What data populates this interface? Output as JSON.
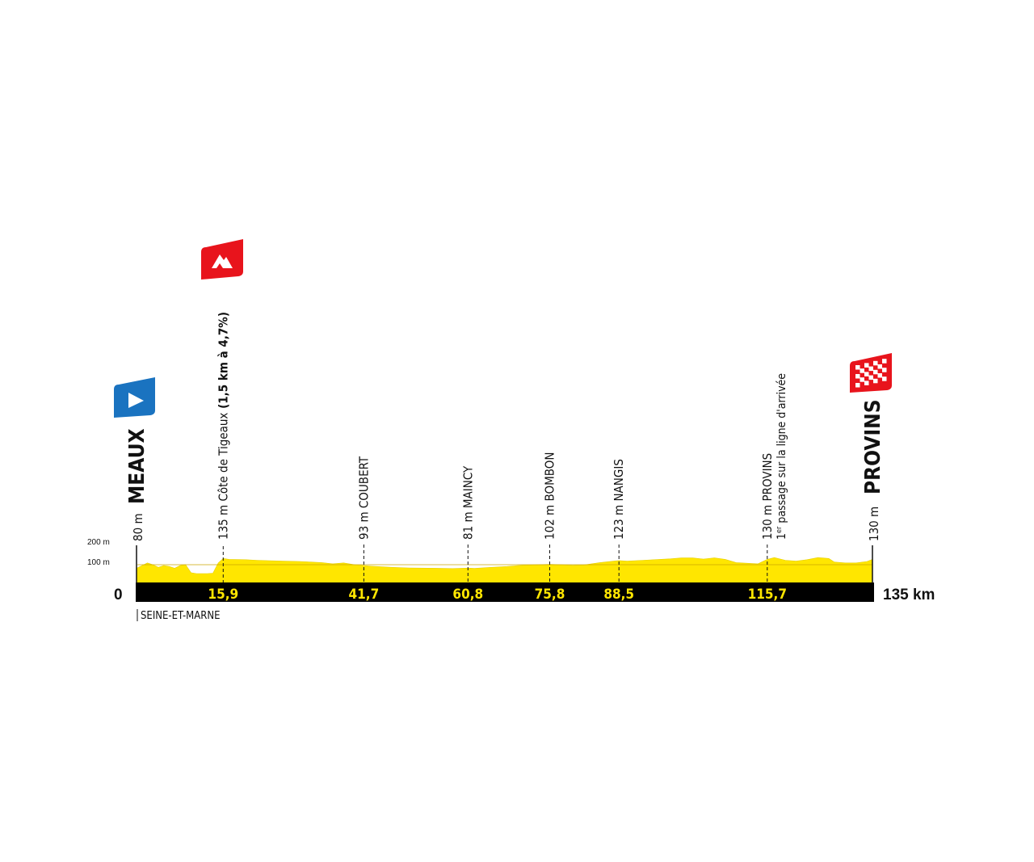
{
  "chart_data": {
    "type": "area",
    "x_start_label": "0",
    "x_end_label": "135 km",
    "x_range": [
      0,
      135
    ],
    "y_range": [
      0,
      200
    ],
    "y_ticks": [
      {
        "value": 100,
        "label": "100 m"
      },
      {
        "value": 200,
        "label": "200 m"
      }
    ],
    "department": "SEINE-ET-MARNE",
    "colors": {
      "profile_fill": "#ffe600",
      "axis_bar": "#000000",
      "km_text": "#ffe600",
      "start_flag": "#1a73c0",
      "climb_flag": "#e8141c",
      "finish_flag": "#e8141c"
    },
    "start": {
      "km": 0,
      "altitude_label": "80 m",
      "name": "MEAUX",
      "icon": "start-flag-icon"
    },
    "finish": {
      "km": 135,
      "altitude_label": "130 m",
      "name": "PROVINS",
      "icon": "finish-flag-icon"
    },
    "waypoints": [
      {
        "km": 15.9,
        "km_label": "15,9",
        "label": "135 m Côte de Tigeaux",
        "label_bold": "(1,5 km à 4,7%)",
        "icon": "mountain-climb-icon"
      },
      {
        "km": 41.7,
        "km_label": "41,7",
        "label": "93 m COUBERT"
      },
      {
        "km": 60.8,
        "km_label": "60,8",
        "label": "81 m MAINCY"
      },
      {
        "km": 75.8,
        "km_label": "75,8",
        "label": "102 m BOMBON"
      },
      {
        "km": 88.5,
        "km_label": "88,5",
        "label": "123 m NANGIS"
      },
      {
        "km": 115.7,
        "km_label": "115,7",
        "label": "130 m PROVINS",
        "label2_sup": "er",
        "label2_prefix": "1",
        "label2_rest": " passage sur la ligne d'arrivée"
      }
    ],
    "profile": [
      [
        0,
        80
      ],
      [
        1,
        95
      ],
      [
        2,
        110
      ],
      [
        3,
        100
      ],
      [
        4,
        85
      ],
      [
        5,
        95
      ],
      [
        6,
        90
      ],
      [
        7,
        80
      ],
      [
        8,
        95
      ],
      [
        9,
        100
      ],
      [
        10,
        55
      ],
      [
        11,
        50
      ],
      [
        12,
        50
      ],
      [
        13,
        50
      ],
      [
        14,
        52
      ],
      [
        15,
        110
      ],
      [
        15.9,
        135
      ],
      [
        17,
        130
      ],
      [
        20,
        128
      ],
      [
        22,
        125
      ],
      [
        25,
        122
      ],
      [
        27,
        120
      ],
      [
        30,
        118
      ],
      [
        32,
        115
      ],
      [
        34,
        112
      ],
      [
        36,
        105
      ],
      [
        38,
        110
      ],
      [
        40,
        100
      ],
      [
        41.7,
        95
      ],
      [
        43,
        92
      ],
      [
        45,
        88
      ],
      [
        47,
        85
      ],
      [
        50,
        82
      ],
      [
        55,
        80
      ],
      [
        58,
        78
      ],
      [
        60.8,
        81
      ],
      [
        62,
        79
      ],
      [
        65,
        85
      ],
      [
        68,
        90
      ],
      [
        70,
        95
      ],
      [
        72,
        98
      ],
      [
        75.8,
        102
      ],
      [
        78,
        100
      ],
      [
        80,
        96
      ],
      [
        82,
        98
      ],
      [
        85,
        112
      ],
      [
        88.5,
        123
      ],
      [
        90,
        120
      ],
      [
        93,
        125
      ],
      [
        96,
        130
      ],
      [
        98,
        133
      ],
      [
        100,
        138
      ],
      [
        102,
        138
      ],
      [
        104,
        132
      ],
      [
        106,
        138
      ],
      [
        108,
        130
      ],
      [
        110,
        112
      ],
      [
        112,
        108
      ],
      [
        114,
        105
      ],
      [
        115.7,
        130
      ],
      [
        117,
        140
      ],
      [
        119,
        125
      ],
      [
        121,
        120
      ],
      [
        123,
        128
      ],
      [
        125,
        140
      ],
      [
        127,
        135
      ],
      [
        128,
        115
      ],
      [
        130,
        110
      ],
      [
        132,
        110
      ],
      [
        134,
        118
      ],
      [
        135,
        130
      ]
    ]
  }
}
